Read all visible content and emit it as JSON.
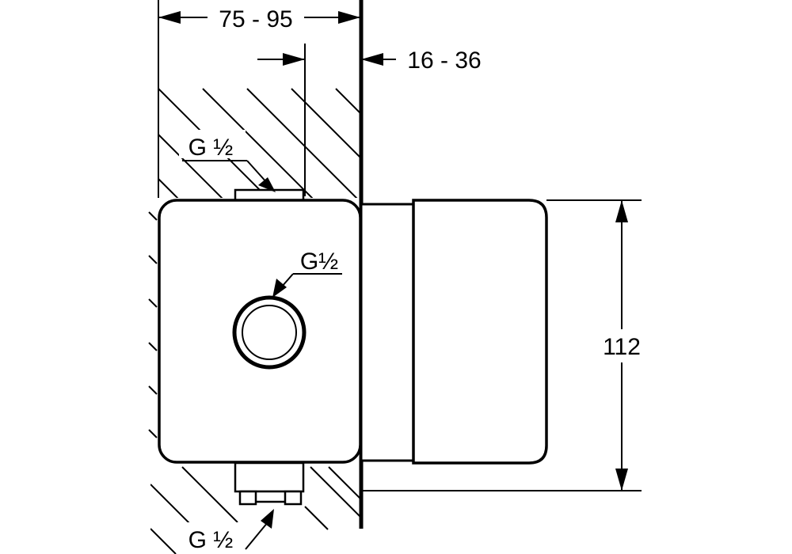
{
  "dimensions": {
    "wall_depth": "75 - 95",
    "projection": "16 - 36",
    "height": "112"
  },
  "connections": {
    "top": "G ½",
    "front": "G½",
    "bottom": "G ½"
  }
}
